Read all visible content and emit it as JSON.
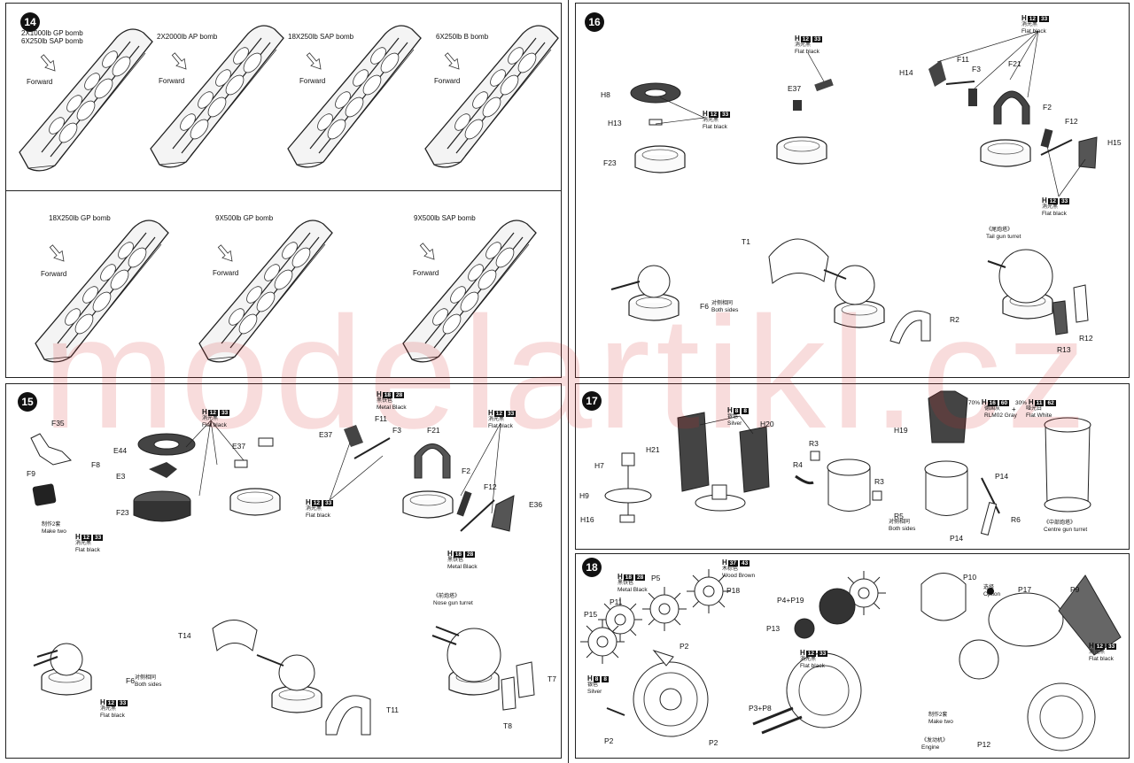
{
  "watermark": "modelartikl.cz",
  "steps": {
    "s14": "14",
    "s15": "15",
    "s16": "16",
    "s17": "17",
    "s18": "18"
  },
  "step14": {
    "bays": [
      {
        "title_line1": "2X1000lb GP bomb",
        "title_line2": "6X250lb SAP bomb",
        "forward": "Forward"
      },
      {
        "title_line1": "2X2000lb AP bomb",
        "title_line2": "",
        "forward": "Forward"
      },
      {
        "title_line1": "18X250lb SAP bomb",
        "title_line2": "",
        "forward": "Forward"
      },
      {
        "title_line1": "6X250lb B bomb",
        "title_line2": "",
        "forward": "Forward"
      },
      {
        "title_line1": "18X250lb GP bomb",
        "title_line2": "",
        "forward": "Forward"
      },
      {
        "title_line1": "9X500lb GP bomb",
        "title_line2": "",
        "forward": "Forward"
      },
      {
        "title_line1": "9X500lb SAP bomb",
        "title_line2": "",
        "forward": "Forward"
      }
    ]
  },
  "step15": {
    "parts": [
      "F35",
      "F8",
      "F9",
      "E44",
      "E3",
      "F23",
      "E37",
      "E37",
      "F11",
      "F3",
      "F21",
      "F2",
      "F12",
      "E36",
      "T14",
      "F6",
      "T11",
      "T7",
      "T8"
    ],
    "make_two_cjk": "制作2套",
    "make_two": "Make two",
    "paint_h12_33": {
      "h": "H",
      "a": "12",
      "b": "33",
      "cjk": "消光黑",
      "en": "Flat black"
    },
    "paint_h18_28": {
      "h": "H",
      "a": "18",
      "b": "28",
      "cjk": "黑铁色",
      "en": "Metal  Black"
    },
    "both_sides_cjk": "对侧相同",
    "both_sides": "Both sides",
    "nose_turret_cjk": "《前炮塔》",
    "nose_turret": "Nose gun turret"
  },
  "step16": {
    "parts": [
      "H8",
      "H13",
      "F23",
      "E37",
      "H14",
      "F11",
      "F3",
      "F21",
      "F2",
      "F12",
      "H15",
      "T1",
      "F6",
      "R2",
      "R12",
      "R13"
    ],
    "paint_h12_33": {
      "h": "H",
      "a": "12",
      "b": "33",
      "cjk": "消光黑",
      "en": "Flat black"
    },
    "both_sides_cjk": "对侧相同",
    "both_sides": "Both sides",
    "tail_turret_cjk": "《尾炮塔》",
    "tail_turret": "Tail gun turret"
  },
  "step17": {
    "parts": [
      "H7",
      "H21",
      "H9",
      "H16",
      "H20",
      "R3",
      "R4",
      "R3",
      "R5",
      "H19",
      "P14",
      "R6",
      "P14"
    ],
    "paint_h8_8": {
      "h": "H",
      "a": "8",
      "b": "8",
      "cjk": "银色",
      "en": "Silver"
    },
    "mix1": {
      "pct": "70%",
      "h": "H",
      "a": "16",
      "b": "60",
      "cjk": "德国灰",
      "en": "RLM02 Gray"
    },
    "plus": "+",
    "mix2": {
      "pct": "30%",
      "h": "H",
      "a": "11",
      "b": "62",
      "cjk": "哑光白",
      "en": "Flat White"
    },
    "both_sides_cjk": "对侧相同",
    "both_sides": "Both sides",
    "centre_turret_cjk": "《中部炮塔》",
    "centre_turret": "Centre gun turret"
  },
  "step18": {
    "parts": [
      "P5",
      "P18",
      "P11",
      "P15",
      "P2",
      "P2",
      "P2",
      "P4+P19",
      "P13",
      "P3+P8",
      "P10",
      "P17",
      "P9",
      "P12"
    ],
    "paint_h18_28": {
      "h": "H",
      "a": "18",
      "b": "28",
      "cjk": "黑铁色",
      "en": "Metal  Black"
    },
    "paint_h37_43": {
      "h": "H",
      "a": "37",
      "b": "43",
      "cjk": "木棕色",
      "en": "Wood Brown"
    },
    "paint_h8_8": {
      "h": "H",
      "a": "8",
      "b": "8",
      "cjk": "银色",
      "en": "Silver"
    },
    "paint_h12_33": {
      "h": "H",
      "a": "12",
      "b": "33",
      "cjk": "消光黑",
      "en": "Flat black"
    },
    "option_cjk": "选择",
    "option": "Option",
    "make_two_cjk": "制作2套",
    "make_two": "Make two",
    "engine_cjk": "《发动机》",
    "engine": "Engine"
  }
}
